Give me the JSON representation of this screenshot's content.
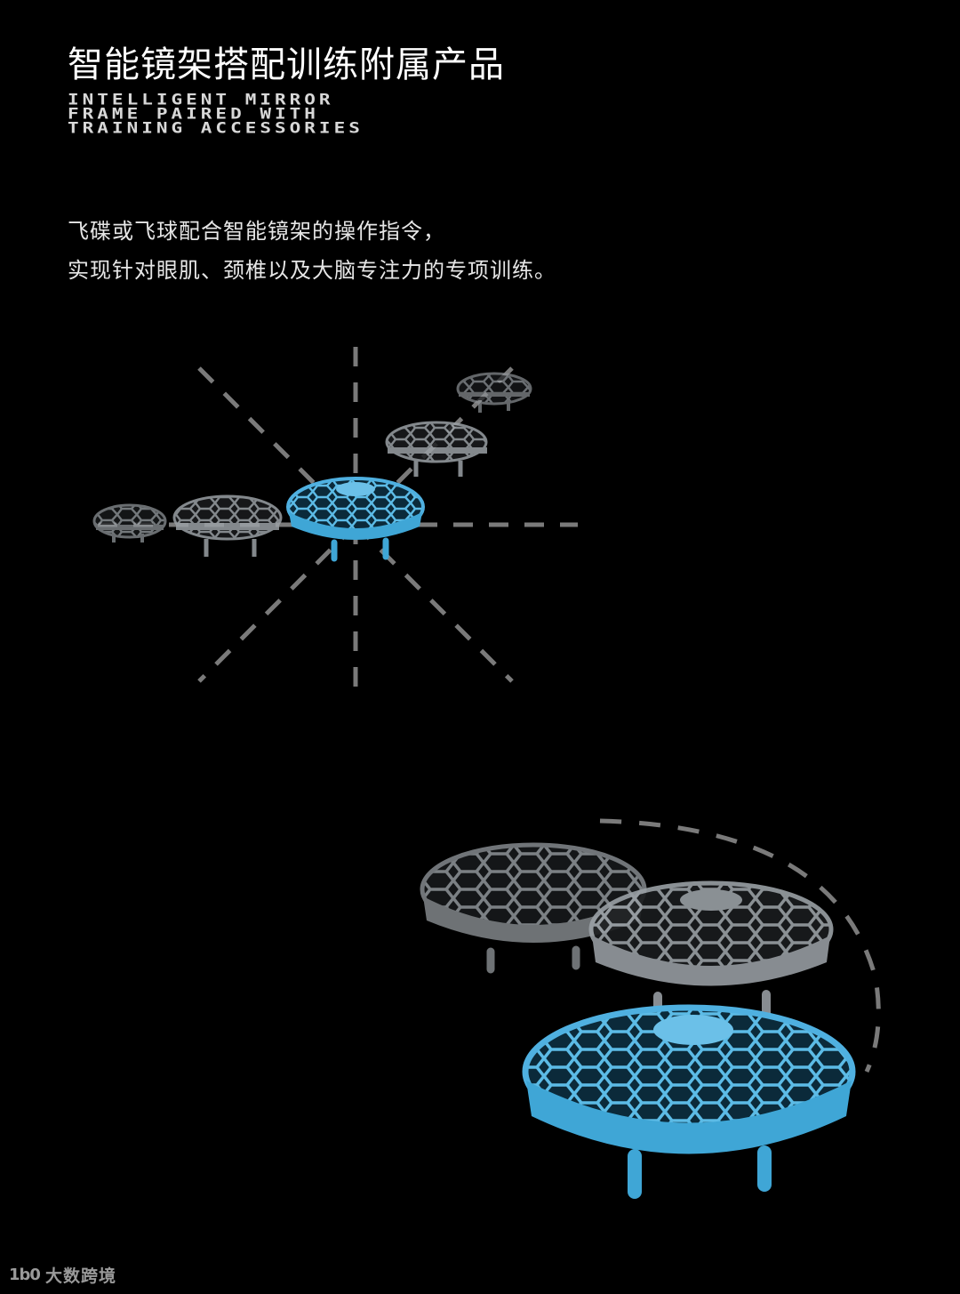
{
  "header": {
    "title_cn": "智能镜架搭配训练附属产品",
    "title_en_lines": [
      "INTELLIGENT MIRROR",
      "FRAME PAIRED WITH",
      "TRAINING ACCESSORIES"
    ]
  },
  "description": {
    "lines": [
      "飞碟或飞球配合智能镜架的操作指令，",
      "实现针对眼肌、颈椎以及大脑专注力的专项训练。"
    ]
  },
  "illustrations": {
    "directional_diagram": {
      "icon": "drone-directions-diagram",
      "center_drone_color": "#3fa6d6",
      "ghost_drone_color": "#8d9296",
      "dashed_line_color": "#7a7a7a"
    },
    "rotation_diagram": {
      "icon": "drone-rotation-diagram",
      "front_drone_color": "#3fa6d6",
      "ghost_drone_color": "#8d9296"
    }
  },
  "watermark": {
    "mark": "1b0",
    "text": "大数跨境"
  }
}
